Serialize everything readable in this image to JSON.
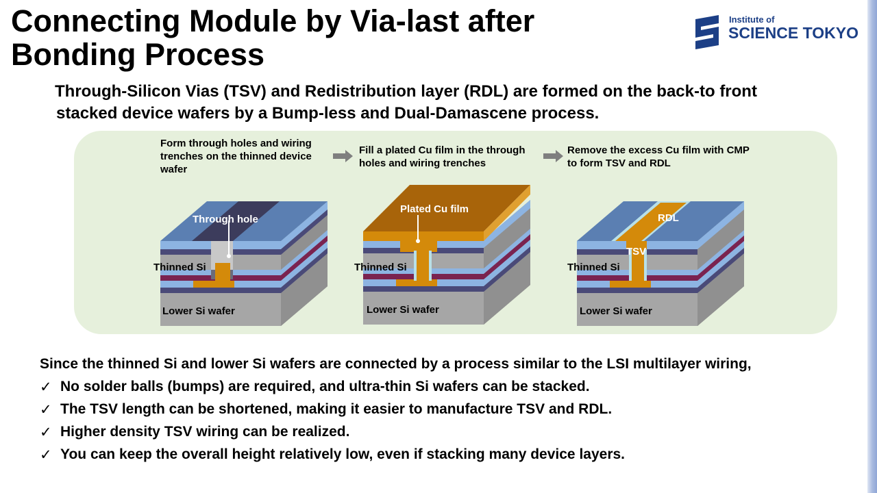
{
  "title": {
    "line1": "Connecting Module by Via-last after",
    "line2": "Bonding Process"
  },
  "logo": {
    "small": "Institute of",
    "big": "SCIENCE TOKYO"
  },
  "intro": {
    "line1": "Through-Silicon Vias (TSV) and Redistribution layer (RDL) are formed on the back-to front",
    "line2": "stacked device wafers by a Bump-less and Dual-Damascene process."
  },
  "steps": [
    "Form through holes and wiring trenches on the thinned device wafer",
    "Fill a plated Cu film in the through holes and wiring trenches",
    "Remove the excess Cu film with CMP to form TSV and RDL"
  ],
  "diagram_labels": {
    "through_hole": "Through hole",
    "plated_cu": "Plated Cu film",
    "rdl": "RDL",
    "tsv": "TSV",
    "thinned_si": "Thinned Si",
    "lower_si": "Lower Si wafer"
  },
  "summary": "Since the thinned Si and lower Si wafers are connected by a process similar to the LSI multilayer wiring,",
  "bullets": [
    "No solder balls (bumps) are required, and ultra-thin Si wafers can be stacked.",
    "The TSV length can be shortened, making it easier to manufacture TSV and RDL.",
    "Higher density TSV wiring can be realized.",
    "You can keep the overall height  relatively low, even if stacking many device layers."
  ],
  "check_mark": "✓",
  "colors": {
    "panel": "#e6f0dc",
    "copper": "#d48a0a",
    "cu_top": "#a8640a",
    "si_gray": "#a6a6a6",
    "dielectric_blue": "#8db4e2",
    "wiring_purple": "#7a2350",
    "brand_navy": "#1c3f86"
  }
}
